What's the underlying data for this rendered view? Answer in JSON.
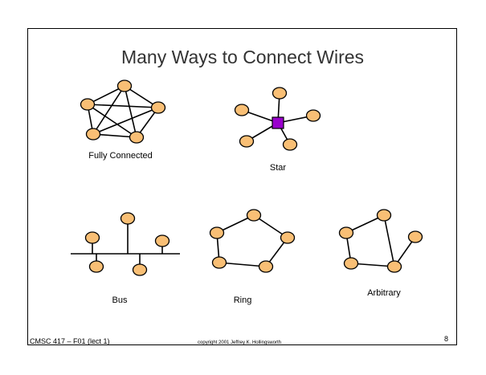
{
  "slide": {
    "title": "Many Ways to Connect Wires",
    "node_color": "#f9bf75",
    "hub_color": "#9900cc"
  },
  "topologies": {
    "fully_connected": "Fully Connected",
    "star": "Star",
    "bus": "Bus",
    "ring": "Ring",
    "arbitrary": "Arbitrary"
  },
  "footer": {
    "course": "CMSC 417 – F01  (lect 1)",
    "copyright": "copyright 2001 Jeffrey K. Hollingsworth",
    "page": "8"
  }
}
